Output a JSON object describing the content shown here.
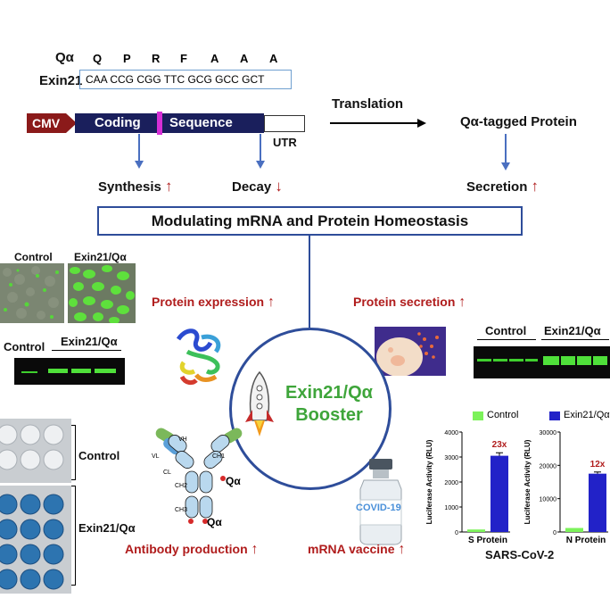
{
  "top": {
    "qa_label": "Qα",
    "exin_label": "Exin21",
    "amino_acids": [
      "Q",
      "P",
      "R",
      "F",
      "A",
      "A",
      "A"
    ],
    "codons": "CAA CCG CGG TTC GCG GCC GCT",
    "cmv": "CMV",
    "coding": "Coding",
    "sequence": "Sequence",
    "utr": "UTR",
    "translation": "Translation",
    "tagged_protein": "Qα-tagged Protein",
    "synthesis": "Synthesis",
    "decay": "Decay",
    "secretion": "Secretion",
    "up": "↑",
    "down": "↓",
    "modulating": "Modulating mRNA and Protein Homeostasis"
  },
  "left": {
    "micro_control": "Control",
    "micro_exin": "Exin21/Qα",
    "gel_control": "Control",
    "gel_exin": "Exin21/Qα",
    "plate_control": "Control",
    "plate_exin": "Exin21/Qα"
  },
  "center": {
    "protein_expression": "Protein expression",
    "protein_secretion": "Protein secretion",
    "booster_line1": "Exin21/Qα",
    "booster_line2": "Booster",
    "antibody_production": "Antibody production",
    "mrna_vaccine": "mRNA vaccine",
    "covid": "COVID-19",
    "antibody_labels": {
      "vh": "VH",
      "vl": "VL",
      "ch1": "CH1",
      "cl": "CL",
      "ch2": "CH2",
      "ch3": "CH3",
      "qa1": "Qα",
      "qa2": "Qα"
    }
  },
  "right": {
    "gel_control": "Control",
    "gel_exin": "Exin21/Qα"
  },
  "colors": {
    "dark_navy": "#1a1f5c",
    "magenta": "#d62fd6",
    "cmv_red": "#8b1a1a",
    "frame_blue": "#2e4d9a",
    "booster_green": "#3ea53a",
    "bar_green": "#7cf25a",
    "bar_blue": "#2222c8",
    "accent_red": "#b01c1c"
  },
  "chart_data": [
    {
      "type": "bar",
      "categories": [
        "Control",
        "Exin21/Qα"
      ],
      "values": [
        100,
        3050
      ],
      "error": [
        0,
        120
      ],
      "ylim": [
        0,
        4000
      ],
      "yticks": [
        "0",
        "1000",
        "2000",
        "3000",
        "4000"
      ],
      "ylabel": "Luciferase Activity (RLU)",
      "xlabel": "S Protein",
      "annotation": "23x",
      "legend": [
        "Control",
        "Exin21/Qα"
      ]
    },
    {
      "type": "bar",
      "categories": [
        "Control",
        "Exin21/Qα"
      ],
      "values": [
        1200,
        17500
      ],
      "error": [
        0,
        500
      ],
      "ylim": [
        0,
        30000
      ],
      "yticks": [
        "0",
        "10000",
        "20000",
        "30000"
      ],
      "ylabel": "Luciferase Activity (RLU)",
      "xlabel": "N Protein",
      "annotation": "12x"
    }
  ],
  "chart_footer": "SARS-CoV-2",
  "legend": {
    "control": "Control",
    "exin": "Exin21/Qα"
  }
}
